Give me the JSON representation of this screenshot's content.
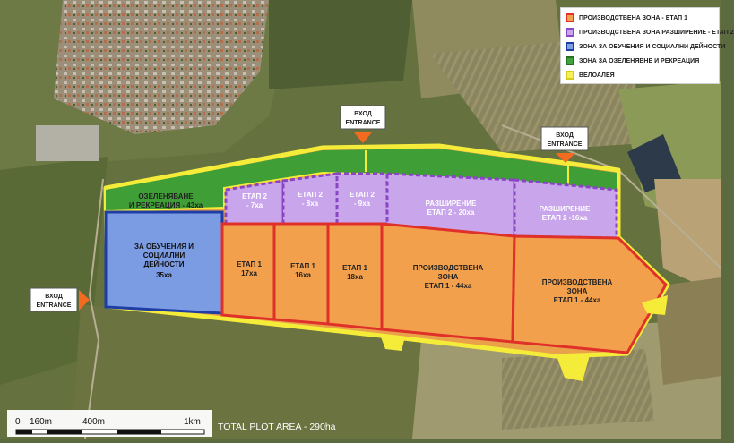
{
  "legend": {
    "items": [
      {
        "label": "ПРОИЗВОДСТВЕНА ЗОНА - ЕТАП 1",
        "fill": "#f4a24d",
        "border": "#e5302a",
        "dashed": false
      },
      {
        "label": "ПРОИЗВОДСТВЕНА ЗОНА РАЗШИРЕНИЕ - ЕТАП 2",
        "fill": "#c8a8ec",
        "border": "#8b47c7",
        "dashed": true
      },
      {
        "label": "ЗОНА ЗА ОБУЧЕНИЯ И СОЦИАЛНИ ДЕЙНОСТИ",
        "fill": "#7f9fe4",
        "border": "#1f3fa8",
        "dashed": false
      },
      {
        "label": "ЗОНА ЗА ОЗЕЛЕНЯВНЕ И РЕКРЕАЦИЯ",
        "fill": "#3fa53a",
        "border": "#2a6e26",
        "dashed": false
      },
      {
        "label": "ВЕЛОАЛЕЯ",
        "fill": "#f6f05a",
        "border": "#d8cc1a",
        "dashed": false
      }
    ]
  },
  "entrances": {
    "top_left": {
      "line1": "ВХОД",
      "line2": "ENTRANCE"
    },
    "top_right": {
      "line1": "ВХОД",
      "line2": "ENTRANCE"
    },
    "left": {
      "line1": "ВХОД",
      "line2": "ENTRANCE"
    }
  },
  "zones": {
    "green": {
      "line1": "ОЗЕЛЕНЯВАНЕ",
      "line2": "И РЕКРЕАЦИЯ - 43ха"
    },
    "education": {
      "line1": "ЗА ОБУЧЕНИЯ И",
      "line2": "СОЦИАЛНИ",
      "line3": "ДЕЙНОСТИ",
      "line4": "35ха"
    },
    "stage2_a": {
      "line1": "ЕТАП 2",
      "line2": "- 7ха"
    },
    "stage2_b": {
      "line1": "ЕТАП 2",
      "line2": "- 8ха"
    },
    "stage2_c": {
      "line1": "ЕТАП 2",
      "line2": "- 9ха"
    },
    "stage2_d": {
      "line1": "РАЗШИРЕНИЕ",
      "line2": "ЕТАП 2 - 20ха"
    },
    "stage2_e": {
      "line1": "РАЗШИРЕНИЕ",
      "line2": "ЕТАП 2 -16ха"
    },
    "stage1_a": {
      "line1": "ЕТАП 1",
      "line2": "17ха"
    },
    "stage1_b": {
      "line1": "ЕТАП 1",
      "line2": "16ха"
    },
    "stage1_c": {
      "line1": "ЕТАП 1",
      "line2": "18ха"
    },
    "stage1_d": {
      "line1": "ПРОИЗВОДСТВЕНА",
      "line2": "ЗОНА",
      "line3": "ЕТАП 1 - 44ха"
    },
    "stage1_e": {
      "line1": "ПРОИЗВОДСТВЕНА",
      "line2": "ЗОНА",
      "line3": "ЕТАП 1 - 44ха"
    }
  },
  "scale": {
    "ticks": [
      "0",
      "160m",
      "400m",
      "1km"
    ],
    "total": "TOTAL PLOT AREA - 290ha"
  },
  "colors": {
    "stage1_fill": "#f2a04c",
    "stage1_border": "#e0302a",
    "stage2_fill": "#c9a6ec",
    "stage2_border": "#8a45c5",
    "education_fill": "#7b9be2",
    "education_border": "#1e3ea6",
    "green_fill": "#3f9e36",
    "bike_lane": "#f5ec3a",
    "entrance_arrow": "#f26b21"
  }
}
